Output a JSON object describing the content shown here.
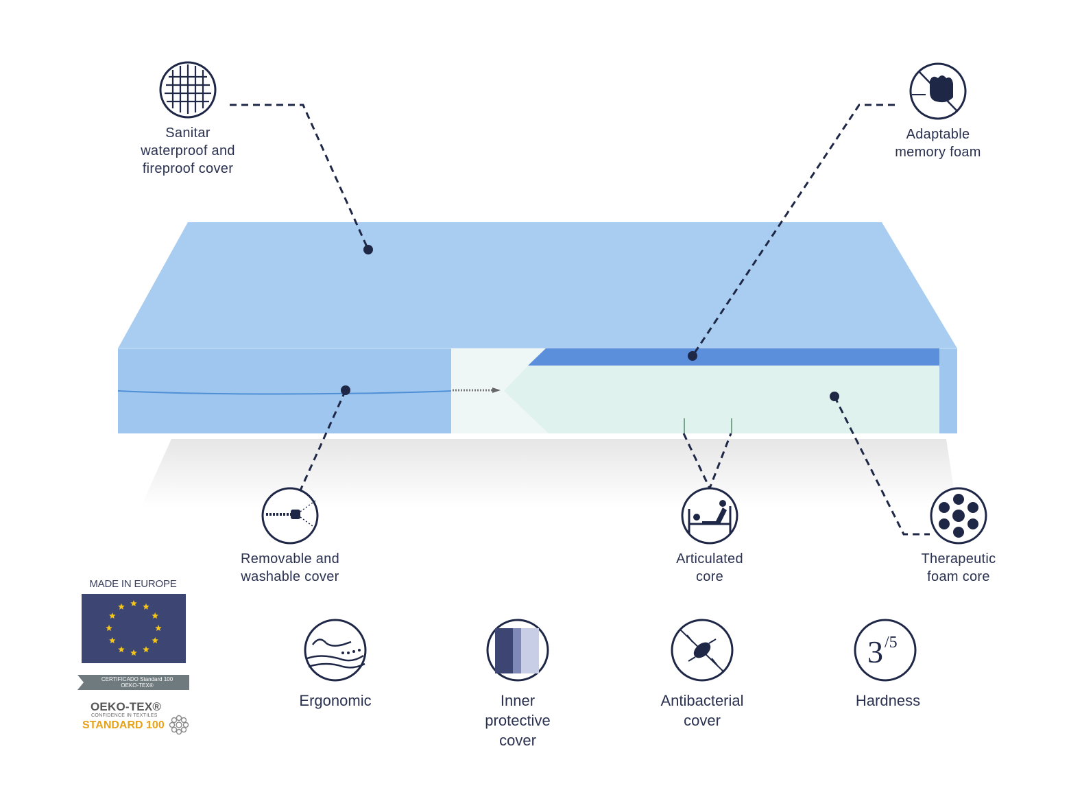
{
  "features": {
    "sanitar": {
      "icon": "fabric-weave-icon",
      "lines": [
        "Sanitar",
        "waterproof and",
        "fireproof cover"
      ]
    },
    "memory_foam": {
      "icon": "hand-press-icon",
      "lines": [
        "Adaptable",
        "memory foam"
      ]
    },
    "removable": {
      "icon": "zipper-icon",
      "lines": [
        "Removable and",
        "washable cover"
      ]
    },
    "articulated": {
      "icon": "hospital-bed-icon",
      "lines": [
        "Articulated",
        "core"
      ]
    },
    "therapeutic": {
      "icon": "foam-cells-icon",
      "lines": [
        "Therapeutic",
        "foam core"
      ]
    }
  },
  "bottom_features": [
    {
      "icon": "body-contour-icon",
      "lines": [
        "Ergonomic"
      ]
    },
    {
      "icon": "layers-icon",
      "lines": [
        "Inner",
        "protective",
        "cover"
      ]
    },
    {
      "icon": "no-bacteria-icon",
      "lines": [
        "Antibacterial",
        "cover"
      ]
    },
    {
      "icon": "hardness-icon",
      "lines": [
        "Hardness"
      ],
      "value": "3",
      "scale": "/5"
    }
  ],
  "badges": {
    "made_in_europe": "MADE IN EUROPE",
    "certificado_line1": "CERTIFICADO Standard 100",
    "certificado_line2": "OEKO-TEX®",
    "oeko_tex": "OEKO-TEX®",
    "confidence": "CONFIDENCE IN TEXTILES",
    "standard": "STANDARD 100"
  },
  "colors": {
    "navy": "#1f2747",
    "mattress_top": "#a8cdf0",
    "mattress_side": "#9ec6ee",
    "memory_layer": "#5b8fdc",
    "core": "#dff2ee",
    "eu_flag": "#3d4673",
    "eu_star": "#f5c518",
    "standard_orange": "#e8a21a"
  }
}
